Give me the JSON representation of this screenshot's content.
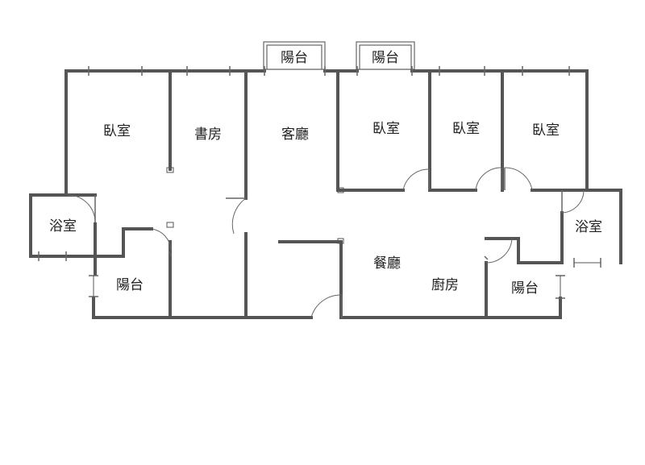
{
  "rooms": {
    "bedroom_1": "臥室",
    "study": "書房",
    "living_room": "客廳",
    "bedroom_2": "臥室",
    "bedroom_3": "臥室",
    "bedroom_4": "臥室",
    "bathroom_left": "浴室",
    "balcony_left": "陽台",
    "dining_room": "餐廳",
    "kitchen": "廚房",
    "balcony_right": "陽台",
    "bathroom_right": "浴室",
    "balcony_top_1": "陽台",
    "balcony_top_2": "陽台"
  },
  "colors": {
    "wall": "#555555",
    "text": "#222222",
    "background": "#ffffff"
  }
}
